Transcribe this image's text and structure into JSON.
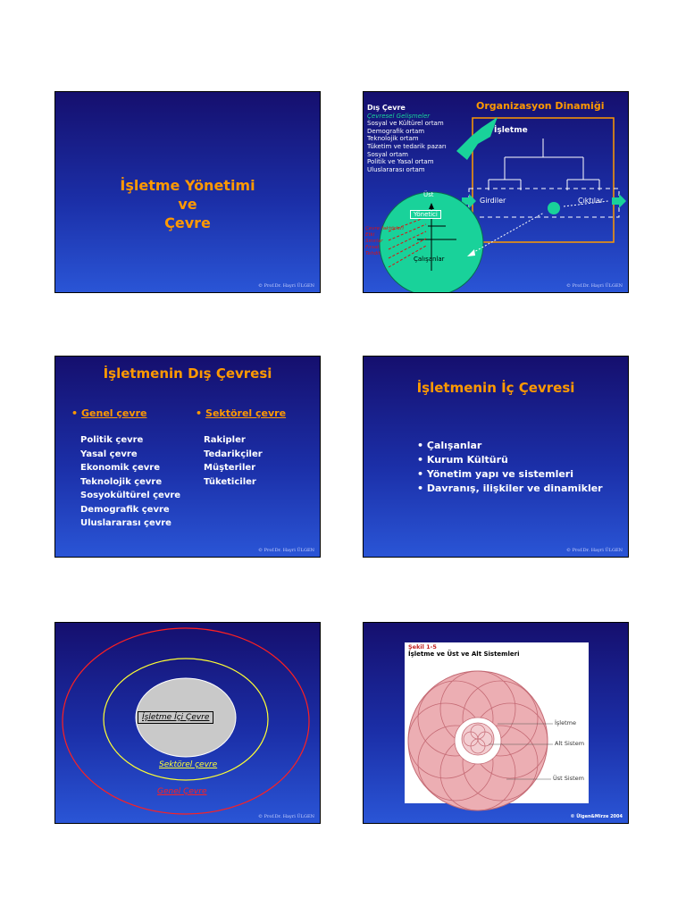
{
  "copyright": "© Prof.Dr. Hayri ÜLGEN",
  "slide1": {
    "title_lines": [
      "İşletme Yönetimi",
      "ve",
      "Çevre"
    ]
  },
  "slide2": {
    "ext_title": "Dış Çevre",
    "ext_subtitle": "Çevresel Gelişmeler",
    "ext_items": [
      "Sosyal ve Kültürel ortam",
      "Demografik ortam",
      "Teknolojik ortam",
      "Tüketim ve tedarik pazarı",
      "Sosyal ortam",
      "Politik ve Yasal ortam",
      "Uluslararası ortam"
    ],
    "org_title": "Organizasyon Dinamiği",
    "isletme": "İşletme",
    "girdiler": "Girdiler",
    "ciktilar": "Çıktılar",
    "ust": "Üst",
    "yonetici": "Yönetici",
    "calisanlar": "Çalışanlar",
    "side_labels": [
      "Çevre faktörleri",
      "Etki",
      "Sınırlar",
      "Fırsat",
      "Tehdit"
    ]
  },
  "slide3": {
    "title": "İşletmenin Dış Çevresi",
    "left_head": "Genel çevre",
    "right_head": "Sektörel çevre",
    "left_items": [
      "Politik çevre",
      "Yasal çevre",
      "Ekonomik çevre",
      "Teknolojik çevre",
      "Sosyokültürel çevre",
      "Demografik çevre",
      "Uluslararası çevre"
    ],
    "right_items": [
      "Rakipler",
      "Tedarikçiler",
      "Müşteriler",
      "Tüketiciler"
    ]
  },
  "slide4": {
    "title": "İşletmenin İç Çevresi",
    "items": [
      "Çalışanlar",
      "Kurum Kültürü",
      "Yönetim yapı ve sistemleri",
      "Davranış, ilişkiler ve dinamikler"
    ]
  },
  "slide5": {
    "inner": "İşletme İçi Çevre",
    "middle": "Sektörel çevre",
    "outer": "Genel Çevre"
  },
  "slide6": {
    "figure_no": "Şekil 1-5",
    "figure_title": "İşletme ve Üst ve Alt Sistemleri",
    "labels": [
      "İşletme",
      "Alt Sistem",
      "Üst Sistem"
    ],
    "copyright": "© Ülgen&Mirze 2004"
  },
  "colors": {
    "accent": "#ff9900",
    "slide_bg": "#1b2fa8",
    "circle_green": "#19d29a",
    "pink": "#e8a0a8"
  }
}
